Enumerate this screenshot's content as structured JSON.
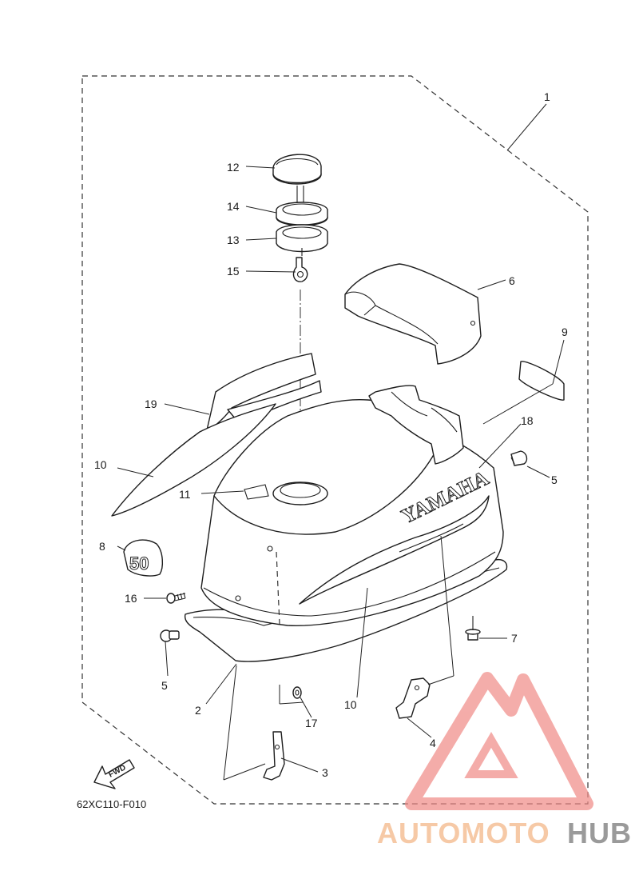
{
  "diagram_code": "62XC110-F010",
  "fwd_arrow_label": "FWD",
  "cowling_logo_text": "YAMAHA",
  "decal_model_text": "50",
  "callouts": {
    "c1": "1",
    "c2": "2",
    "c3": "3",
    "c4": "4",
    "c5a": "5",
    "c5b": "5",
    "c6": "6",
    "c7": "7",
    "c8": "8",
    "c9": "9",
    "c10a": "10",
    "c10b": "10",
    "c11": "11",
    "c12": "12",
    "c13": "13",
    "c14": "14",
    "c15": "15",
    "c16": "16",
    "c17": "17",
    "c18": "18",
    "c19": "19"
  },
  "watermark": {
    "text_a": "AUTOMOTO",
    "text_b": "HUB",
    "color_a": "#f6c9a6",
    "color_b": "#9a9a9a",
    "logo_color": "#f08a86"
  }
}
